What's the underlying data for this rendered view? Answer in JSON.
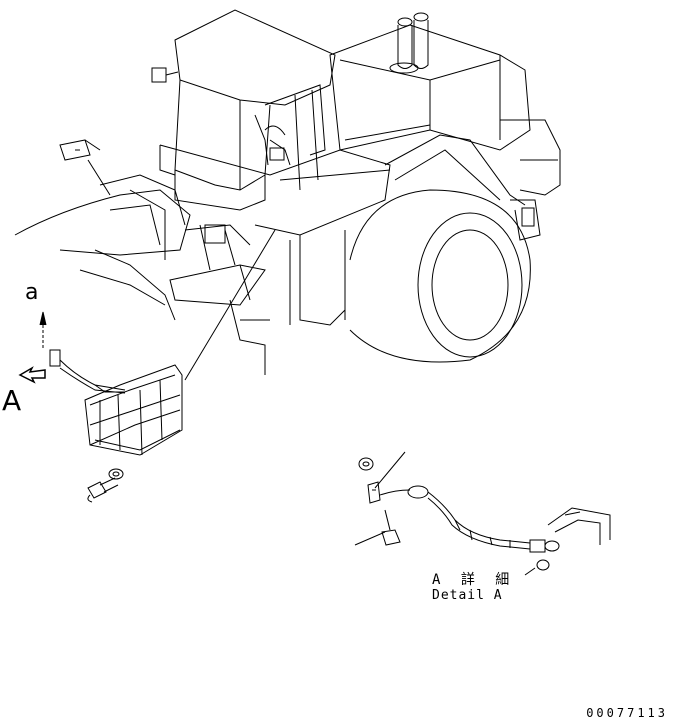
{
  "labels": {
    "view_letter_small": "a",
    "view_letter_large": "A",
    "detail_jp": "A 詳 細",
    "detail_en": "Detail A",
    "drawing_code": "00077113"
  },
  "colors": {
    "line": "#000000",
    "background": "#ffffff"
  }
}
